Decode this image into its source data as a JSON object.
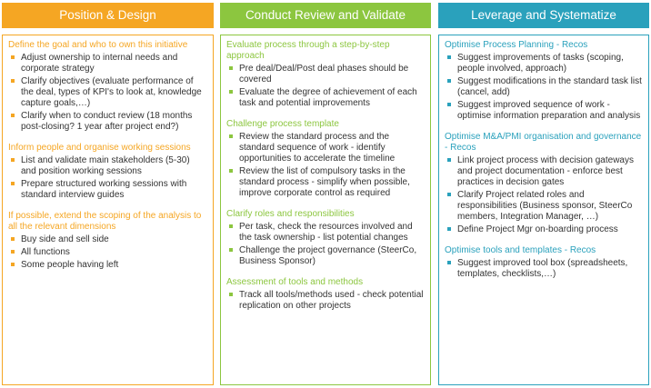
{
  "colors": {
    "orange": "#f5a623",
    "green": "#8cc63f",
    "teal": "#2aa1bc",
    "text": "#333333"
  },
  "columns": [
    {
      "title": "Position & Design",
      "sections": [
        {
          "title": "Define the goal and who to own this initiative",
          "items": [
            "Adjust ownership to internal needs and corporate strategy",
            "Clarify objectives (evaluate performance of the deal, types of KPI's to look at, knowledge capture goals,…)",
            "Clarify when to conduct review (18 months post-closing? 1 year after project end?)"
          ]
        },
        {
          "title": "Inform people and organise working sessions",
          "items": [
            "List and validate main stakeholders (5-30) and position working sessions",
            "Prepare structured working sessions with standard interview guides"
          ]
        },
        {
          "title": "If possible, extend the scoping of the analysis to all the relevant dimensions",
          "items": [
            "Buy side and sell side",
            "All functions",
            "Some people having left"
          ]
        }
      ]
    },
    {
      "title": "Conduct Review and Validate",
      "sections": [
        {
          "title": "Evaluate process through a step-by-step approach",
          "items": [
            "Pre deal/Deal/Post deal phases should be covered",
            "Evaluate the degree of achievement of each task and potential improvements"
          ]
        },
        {
          "title": "Challenge process template",
          "items": [
            "Review the standard process and the standard sequence of work - identify opportunities to accelerate the timeline",
            "Review the list of compulsory tasks in the standard process - simplify when possible, improve corporate control as required"
          ]
        },
        {
          "title": "Clarify roles and responsibilities",
          "items": [
            "Per task, check the resources involved and the task ownership - list potential changes",
            "Challenge the project governance (SteerCo, Business Sponsor)"
          ]
        },
        {
          "title": "Assessment of tools and methods",
          "items": [
            "Track all tools/methods used - check potential replication on other projects"
          ]
        }
      ]
    },
    {
      "title": "Leverage and Systematize",
      "sections": [
        {
          "title": "Optimise Process Planning - Recos",
          "items": [
            "Suggest improvements of tasks (scoping, people involved, approach)",
            "Suggest modifications in the standard task list (cancel, add)",
            "Suggest improved sequence of work - optimise information preparation and analysis"
          ]
        },
        {
          "title": "Optimise M&A/PMI organisation and governance - Recos",
          "items": [
            "Link project process with decision gateways and project documentation - enforce best practices in decision gates",
            "Clarify Project related roles and responsibilities (Business sponsor, SteerCo members, Integration Manager, …)",
            "Define Project Mgr on-boarding process"
          ]
        },
        {
          "title": "Optimise tools and templates - Recos",
          "items": [
            "Suggest improved tool box (spreadsheets, templates, checklists,…)"
          ]
        }
      ]
    }
  ]
}
